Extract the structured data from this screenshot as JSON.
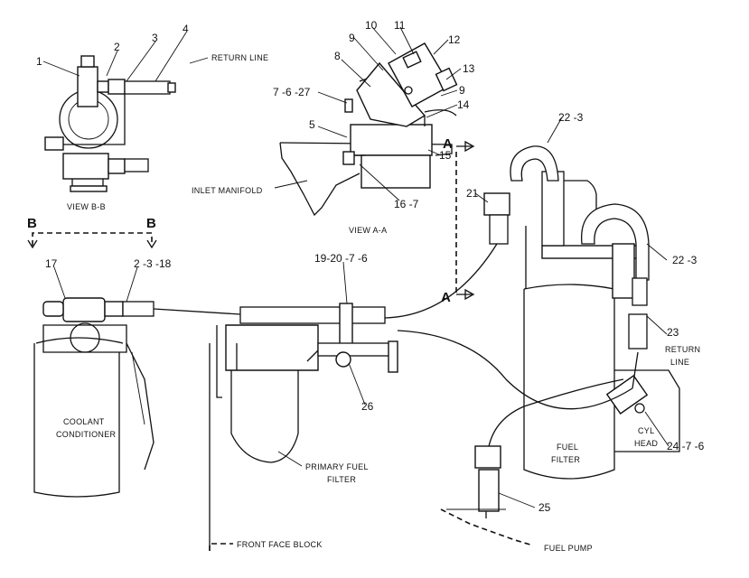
{
  "callouts": {
    "c1": "1",
    "c2": "2",
    "c3": "3",
    "c4": "4",
    "c5": "5",
    "c7_6_27": "7 -6 -27",
    "c8": "8",
    "c9a": "9",
    "c9b": "9",
    "c10": "10",
    "c11": "11",
    "c12": "12",
    "c13": "13",
    "c14": "14",
    "c15": "15",
    "c16_7": "16 -7",
    "c17": "17",
    "c2_3_18": "2 -3 -18",
    "c19_20_7_6": "19-20 -7 -6",
    "c21": "21",
    "c22_3a": "22 -3",
    "c22_3b": "22 -3",
    "c23": "23",
    "c24_7_6": "24 -7 -6",
    "c25": "25",
    "c26": "26"
  },
  "labels": {
    "return_line_top": "RETURN LINE",
    "view_bb": "VIEW B-B",
    "inlet_manifold": "INLET MANIFOLD",
    "view_aa": "VIEW A-A",
    "coolant_line1": "COOLANT",
    "coolant_line2": "CONDITIONER",
    "primary_fuel_line1": "PRIMARY FUEL",
    "primary_fuel_line2": "FILTER",
    "front_face_block": "FRONT FACE BLOCK",
    "fuel_pump": "FUEL PUMP",
    "fuel_filter_line1": "FUEL",
    "fuel_filter_line2": "FILTER",
    "return_line_right1": "RETURN",
    "return_line_right2": "LINE",
    "cyl_head_line1": "CYL",
    "cyl_head_line2": "HEAD"
  },
  "section_markers": {
    "a_top": "A",
    "a_bottom": "A",
    "b_left": "B",
    "b_right": "B"
  }
}
